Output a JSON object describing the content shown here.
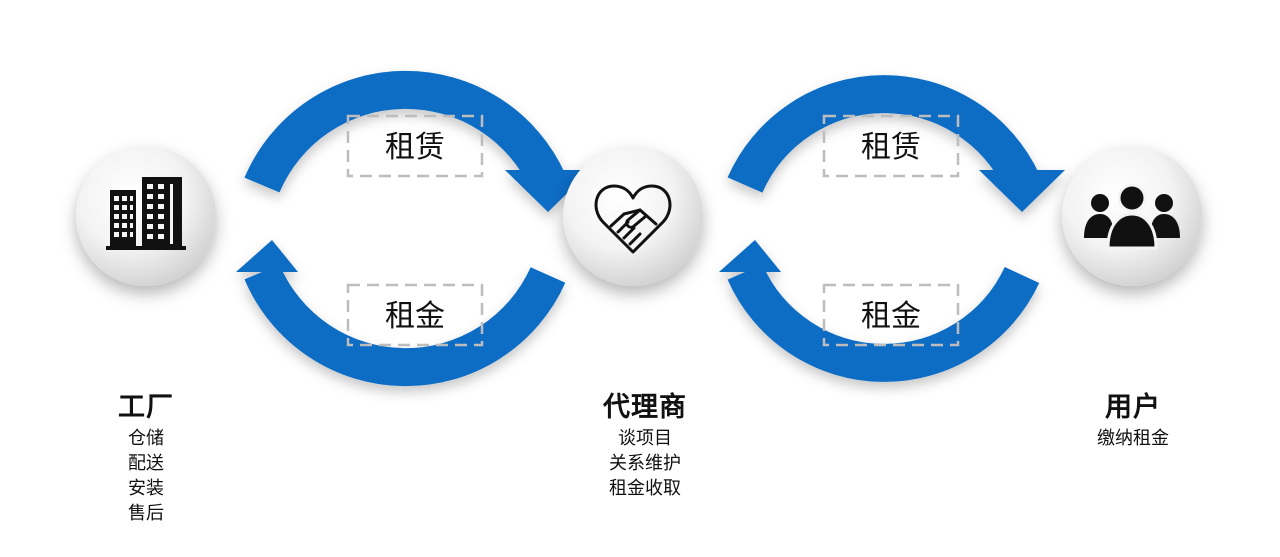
{
  "nodes": {
    "factory": {
      "icon": "building-icon",
      "title": "工厂",
      "lines": [
        "仓储",
        "配送",
        "安装",
        "售后"
      ]
    },
    "agent": {
      "icon": "handshake-heart-icon",
      "title": "代理商",
      "lines": [
        "谈项目",
        "关系维护",
        "租金收取"
      ]
    },
    "user": {
      "icon": "users-group-icon",
      "title": "用户",
      "lines": [
        "缴纳租金"
      ]
    }
  },
  "flows": {
    "left": {
      "top": "租赁",
      "bottom": "租金"
    },
    "right": {
      "top": "租赁",
      "bottom": "租金"
    }
  },
  "colors": {
    "arrow": "#0a6cc4",
    "circle_light": "#ffffff",
    "circle_dark": "#cfcfcf",
    "label_border": "#bdbdbd",
    "text": "#111111"
  }
}
